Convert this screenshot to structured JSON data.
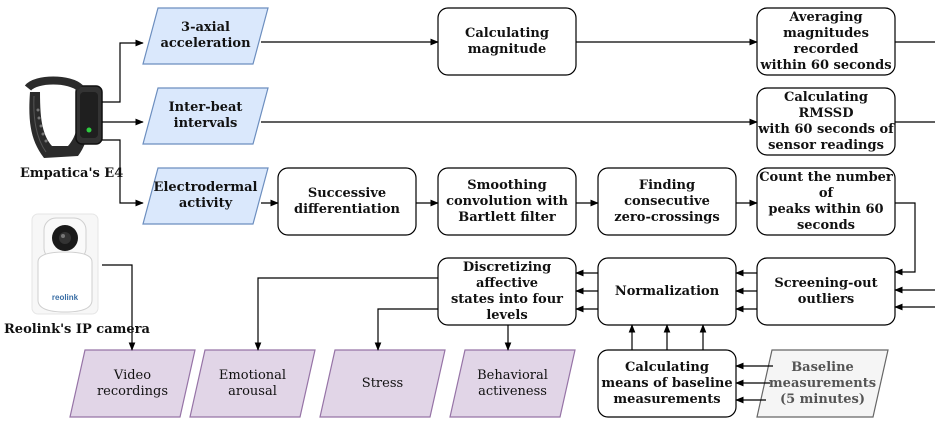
{
  "colors": {
    "input_fill": "#dae8fc",
    "input_stroke": "#6c8ebf",
    "output_fill": "#e1d5e7",
    "output_stroke": "#9673a6",
    "baseline_fill": "#f5f5f5",
    "baseline_stroke": "#666666",
    "process_fill": "#ffffff",
    "process_stroke": "#000000"
  },
  "devices": {
    "wristband_label": "Empatica's E4",
    "wristband_icon": "wristband-icon",
    "camera_label": "Reolink's IP camera",
    "camera_icon": "camera-icon",
    "camera_brand": "reolink"
  },
  "inputs": {
    "acc": "3-axial\nacceleration",
    "ibi": "Inter-beat\nintervals",
    "eda": "Electrodermal\nactivity"
  },
  "process": {
    "calc_mag": "Calculating\nmagnitude",
    "avg_mag": "Averaging\nmagnitudes recorded\nwithin 60 seconds",
    "rmssd": "Calculating RMSSD\nwith 60 seconds of\nsensor readings",
    "succ_diff": "Successive\ndifferentiation",
    "smoothing": "Smoothing\nconvolution with\nBartlett filter",
    "zero_cross": "Finding consecutive\nzero-crossings",
    "count_peaks": "Count the number of\npeaks within 60\nseconds",
    "screening": "Screening-out\noutliers",
    "normalization": "Normalization",
    "discretizing": "Discretizing affective\nstates into four levels",
    "baseline_means": "Calculating\nmeans of baseline\nmeasurements"
  },
  "baseline": "Baseline\nmeasurements\n(5 minutes)",
  "outputs": {
    "video": "Video\nrecordings",
    "arousal": "Emotional\narousal",
    "stress": "Stress",
    "behavioral": "Behavioral\nactiveness"
  }
}
